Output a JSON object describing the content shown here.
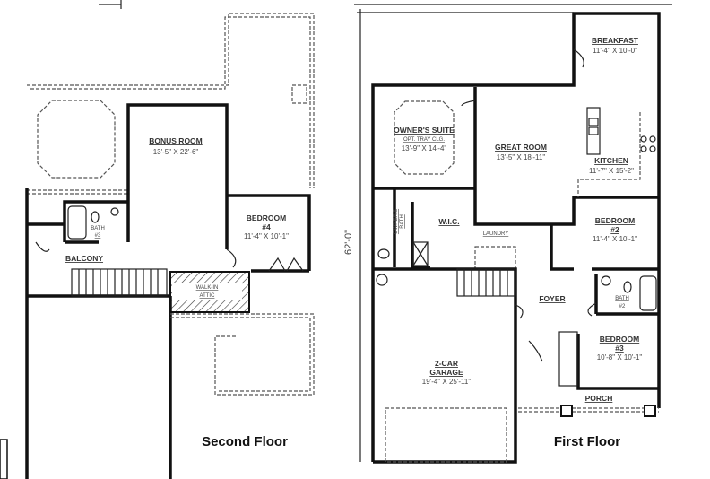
{
  "second_floor": {
    "title": "Second Floor",
    "rooms": {
      "bonus_room": {
        "name": "BONUS ROOM",
        "size": "13'-5\" X 22'-6\""
      },
      "bedroom4": {
        "name": "BEDROOM",
        "num": "#4",
        "size": "11'-4\" X 10'-1\""
      },
      "bath3": {
        "name": "BATH",
        "num": "#3"
      },
      "balcony": {
        "name": "BALCONY"
      },
      "attic": {
        "name": "WALK-IN",
        "name2": "ATTIC"
      }
    }
  },
  "first_floor": {
    "title": "First Floor",
    "overall_dimension": "62'-0\"",
    "rooms": {
      "breakfast": {
        "name": "BREAKFAST",
        "size": "11'-4\" X 10'-0\""
      },
      "owners_suite": {
        "name": "OWNER'S SUITE",
        "note": "OPT. TRAY CLG.",
        "size": "13'-9\" X 14'-4\""
      },
      "great_room": {
        "name": "GREAT ROOM",
        "size": "13'-5\" X 18'-11\""
      },
      "kitchen": {
        "name": "KITCHEN",
        "size": "11'-7\" X 15'-2\""
      },
      "bedroom2": {
        "name": "BEDROOM",
        "num": "#2",
        "size": "11'-4\" X 10'-1\""
      },
      "wic": {
        "name": "W.I.C."
      },
      "laundry": {
        "name": "LAUNDRY"
      },
      "owners_bath": {
        "name": "OWNER'S",
        "name2": "BATH"
      },
      "foyer": {
        "name": "FOYER"
      },
      "bath2": {
        "name": "BATH",
        "num": "#2"
      },
      "bedroom3": {
        "name": "BEDROOM",
        "num": "#3",
        "size": "10'-8\" X 10'-1\""
      },
      "garage": {
        "name": "2-CAR",
        "name2": "GARAGE",
        "size": "19'-4\" X 25'-11\""
      },
      "porch": {
        "name": "PORCH"
      }
    }
  }
}
